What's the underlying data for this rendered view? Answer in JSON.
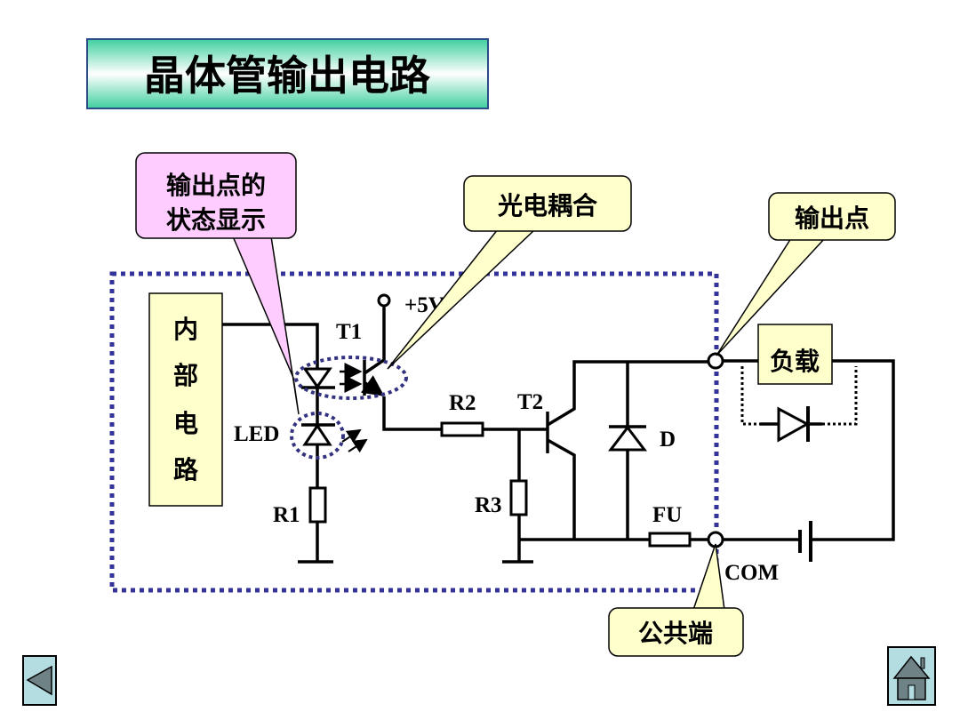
{
  "title": "晶体管输出电路",
  "callouts": {
    "status_display": [
      "输出点的",
      "状态显示"
    ],
    "optocoupler": "光电耦合",
    "output_point": "输出点",
    "common_terminal": "公共端"
  },
  "internal_circuit": [
    "内",
    "部",
    "电",
    "路"
  ],
  "load": "负载",
  "labels": {
    "plus5v": "+5V",
    "t1": "T1",
    "t2": "T2",
    "r1": "R1",
    "r2": "R2",
    "r3": "R3",
    "led": "LED",
    "d": "D",
    "fu": "FU",
    "com": "COM"
  },
  "nav": {
    "prev_icon": "triangle-left-icon",
    "home_icon": "home-icon"
  },
  "colors": {
    "title_gradient": "#3fcf9f",
    "pink_callout": "#ffccff",
    "yellow_callout": "#ffffcc",
    "dotted_border": "#333399",
    "nav_button": "#b4dde2"
  }
}
